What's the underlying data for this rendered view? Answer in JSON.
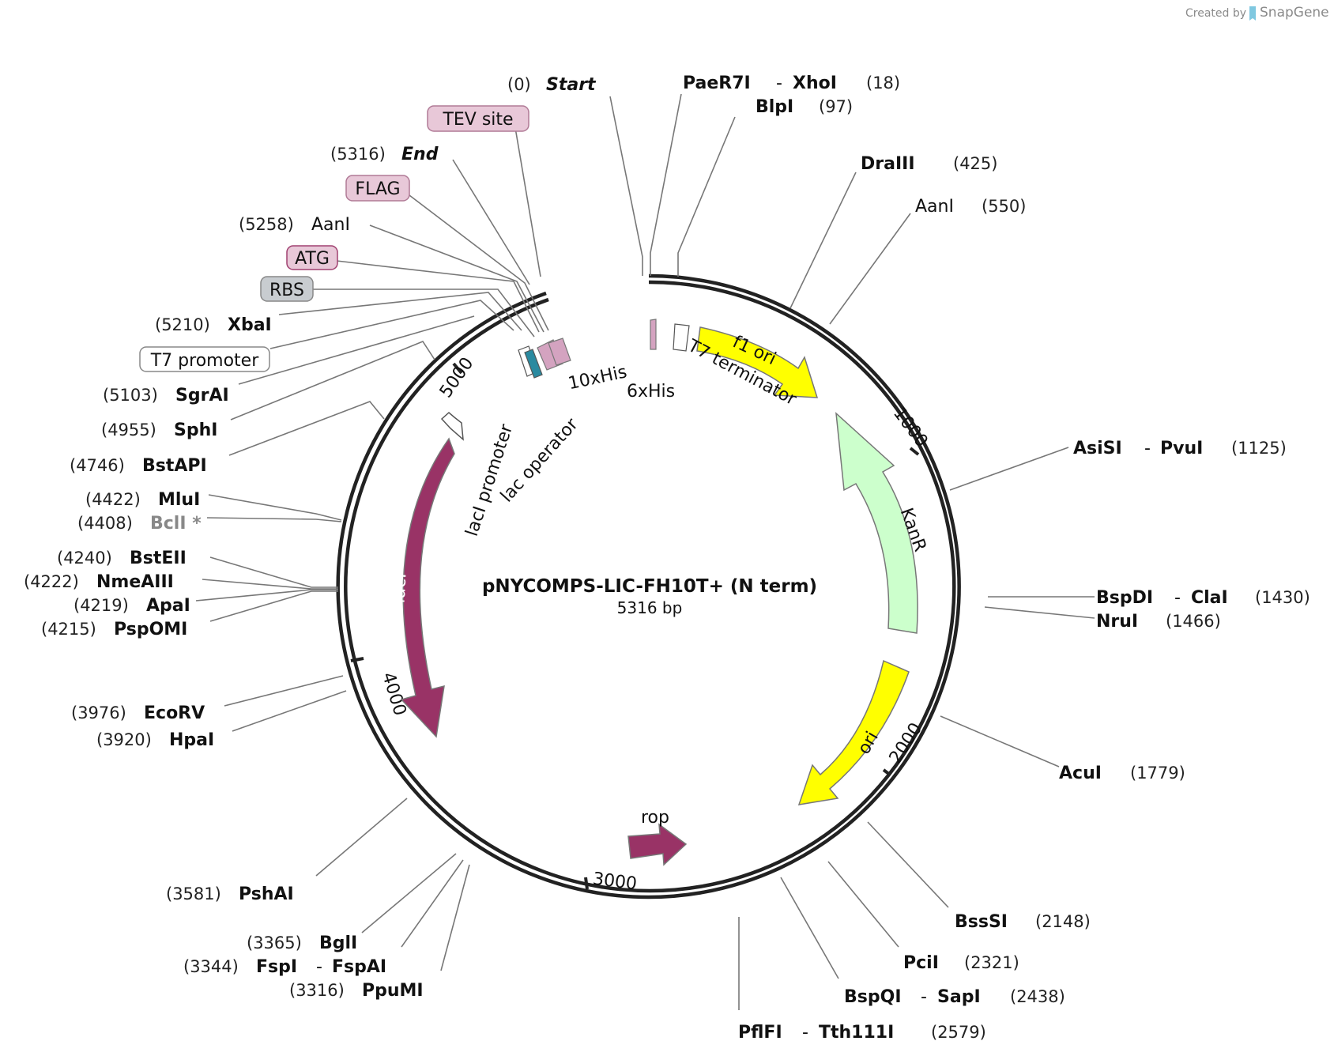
{
  "credit": {
    "created_by": "Created by",
    "brand": "SnapGene"
  },
  "plasmid": {
    "name": "pNYCOMPS-LIC-FH10T+ (N term)",
    "length": "5316 bp"
  },
  "ticks": [
    "1000",
    "2000",
    "3000",
    "4000",
    "5000"
  ],
  "features": {
    "f1_ori": "f1 ori",
    "kanr": "KanR",
    "ori": "ori",
    "rop": "rop",
    "laci": "lacI",
    "laci_promoter": "lacI promoter",
    "lac_operator": "lac operator",
    "his10": "10xHis",
    "his6": "6xHis",
    "t7_terminator": "T7 terminator"
  },
  "boxed_labels": {
    "tev": "TEV site",
    "flag": "FLAG",
    "atg": "ATG",
    "rbs": "RBS",
    "t7_promoter": "T7 promoter"
  },
  "sites": [
    {
      "id": "start",
      "pos": "(0)",
      "name": "Start"
    },
    {
      "id": "end",
      "pos": "(5316)",
      "name": "End"
    },
    {
      "id": "paer7i",
      "name": "PaeR7I",
      "sep": "-",
      "name2": "XhoI",
      "pos": "(18)"
    },
    {
      "id": "blpi",
      "name": "BlpI",
      "pos": "(97)"
    },
    {
      "id": "draiii",
      "name": "DraIII",
      "pos": "(425)"
    },
    {
      "id": "aani550",
      "name": "AanI",
      "pos": "(550)"
    },
    {
      "id": "asisi",
      "name": "AsiSI",
      "sep": "-",
      "name2": "PvuI",
      "pos": "(1125)"
    },
    {
      "id": "bspdi",
      "name": "BspDI",
      "sep": "-",
      "name2": "ClaI",
      "pos": "(1430)"
    },
    {
      "id": "nrui",
      "name": "NruI",
      "pos": "(1466)"
    },
    {
      "id": "acui",
      "name": "AcuI",
      "pos": "(1779)"
    },
    {
      "id": "bsssi",
      "name": "BssSI",
      "pos": "(2148)"
    },
    {
      "id": "pcii",
      "name": "PciI",
      "pos": "(2321)"
    },
    {
      "id": "bspqi",
      "name": "BspQI",
      "sep": "-",
      "name2": "SapI",
      "pos": "(2438)"
    },
    {
      "id": "pflfi",
      "name": "PflFI",
      "sep": "-",
      "name2": "Tth111I",
      "pos": "(2579)"
    },
    {
      "id": "aani5258",
      "pos": "(5258)",
      "name": "AanI"
    },
    {
      "id": "xbai",
      "pos": "(5210)",
      "name": "XbaI"
    },
    {
      "id": "sgrai",
      "pos": "(5103)",
      "name": "SgrAI"
    },
    {
      "id": "sphi",
      "pos": "(4955)",
      "name": "SphI"
    },
    {
      "id": "bstapi",
      "pos": "(4746)",
      "name": "BstAPI"
    },
    {
      "id": "mlui",
      "pos": "(4422)",
      "name": "MluI"
    },
    {
      "id": "bcli",
      "pos": "(4408)",
      "name": "BclI *"
    },
    {
      "id": "bsteii",
      "pos": "(4240)",
      "name": "BstEII"
    },
    {
      "id": "nmeaiii",
      "pos": "(4222)",
      "name": "NmeAIII"
    },
    {
      "id": "apai",
      "pos": "(4219)",
      "name": "ApaI"
    },
    {
      "id": "pspomi",
      "pos": "(4215)",
      "name": "PspOMI"
    },
    {
      "id": "ecorv",
      "pos": "(3976)",
      "name": "EcoRV"
    },
    {
      "id": "hpai",
      "pos": "(3920)",
      "name": "HpaI"
    },
    {
      "id": "pshai",
      "pos": "(3581)",
      "name": "PshAI"
    },
    {
      "id": "bgli",
      "pos": "(3365)",
      "name": "BglI"
    },
    {
      "id": "fspi",
      "pos": "(3344)",
      "name": "FspI",
      "sep": "-",
      "name2": "FspAI"
    },
    {
      "id": "ppumi",
      "pos": "(3316)",
      "name": "PpuMI"
    }
  ],
  "colors": {
    "backbone": "#222222",
    "f1_ori": "#ffff00",
    "ori": "#ffff00",
    "kanr": "#ccffcc",
    "laci": "#993366",
    "rop": "#993366",
    "tag_pink": "#d4a3c0",
    "lac_operator": "#2a8aa0",
    "rbs_gray": "#c8c8c8"
  }
}
